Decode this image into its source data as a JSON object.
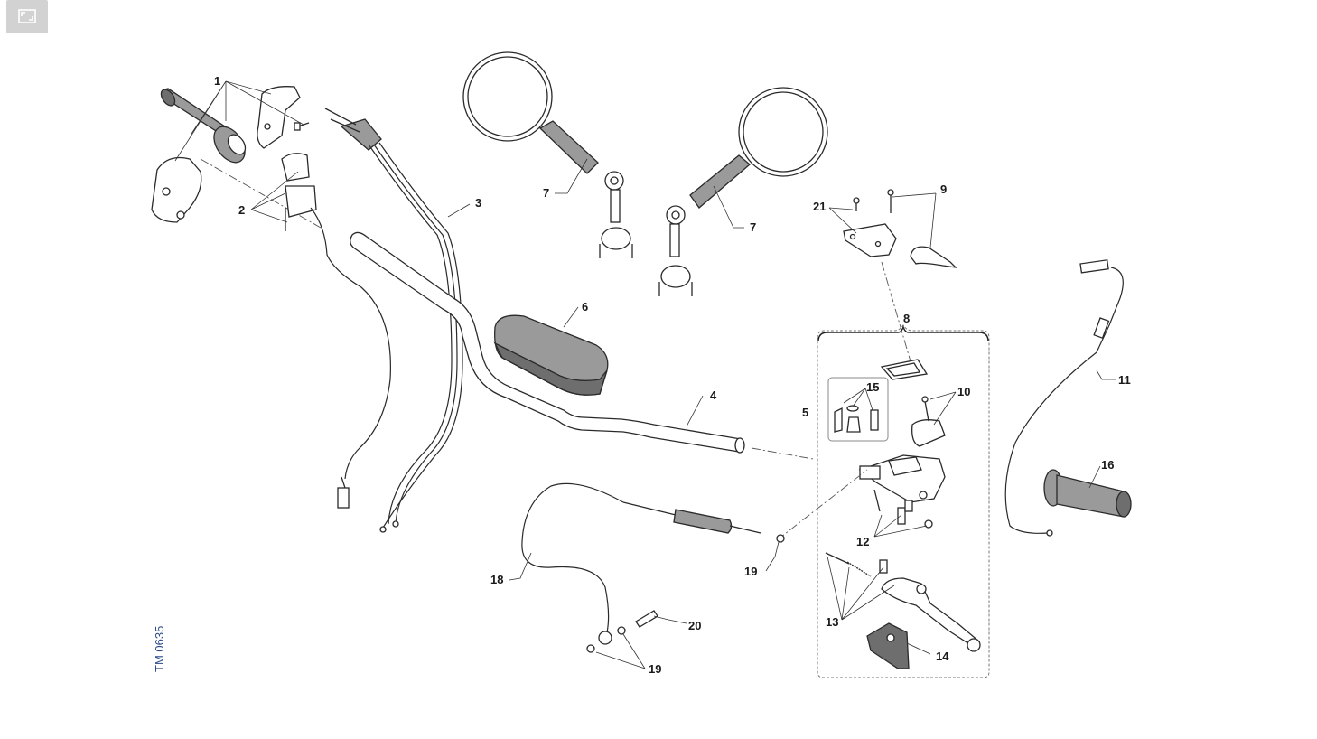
{
  "toolbar": {
    "expand_icon": "expand-icon"
  },
  "drawing_ref": "TM 0635",
  "callouts": {
    "c1": "1",
    "c2": "2",
    "c3": "3",
    "c4": "4",
    "c5": "5",
    "c6": "6",
    "c7a": "7",
    "c7b": "7",
    "c8": "8",
    "c9": "9",
    "c10": "10",
    "c11": "11",
    "c12": "12",
    "c13": "13",
    "c14": "14",
    "c15": "15",
    "c16": "16",
    "c18": "18",
    "c19a": "19",
    "c19b": "19",
    "c20": "20",
    "c21": "21"
  }
}
